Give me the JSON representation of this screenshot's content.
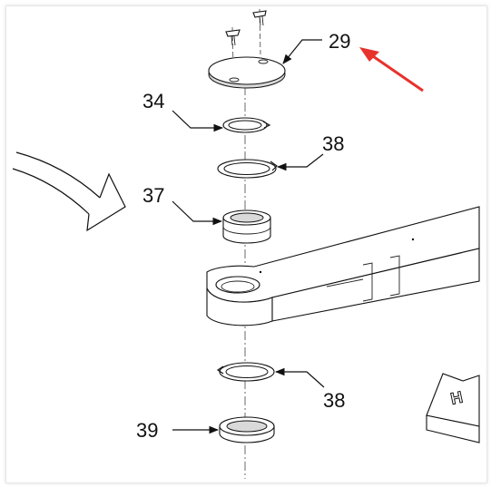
{
  "diagram": {
    "callouts": {
      "c29": "29",
      "c34": "34",
      "c38_top": "38",
      "c37": "37",
      "c38_bottom": "38",
      "c39": "39"
    },
    "logo_text": "H",
    "colors": {
      "line": "#111111",
      "red_arrow": "#e8322c",
      "shade": "#d9d9d9",
      "background": "#ffffff"
    },
    "icons": [
      "large-arrow-icon",
      "red-pointer-arrow-icon",
      "screw-icon"
    ]
  }
}
